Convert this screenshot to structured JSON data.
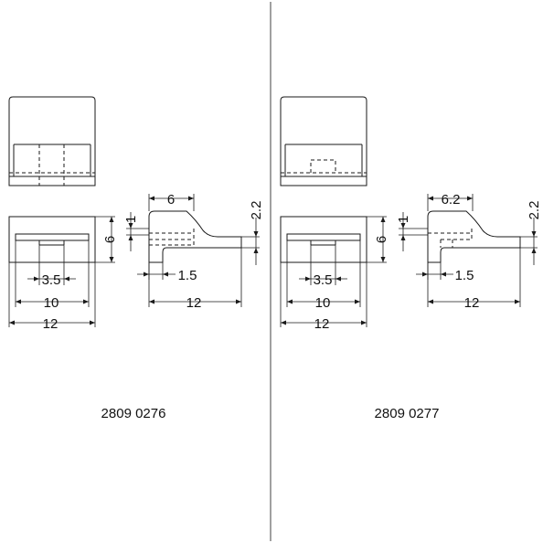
{
  "left_panel": {
    "part_number": "2809 0276",
    "dims": {
      "slot_width": "3.5",
      "inner_width": "10",
      "outer_width": "12",
      "height": "6",
      "top_length": "6",
      "lip": "1",
      "tip": "2.2",
      "hook": "1.5",
      "side_length": "12"
    }
  },
  "right_panel": {
    "part_number": "2809 0277",
    "dims": {
      "slot_width": "3.5",
      "inner_width": "10",
      "outer_width": "12",
      "height": "6",
      "top_length": "6.2",
      "lip": "1",
      "tip": "2.2",
      "hook": "1.5",
      "side_length": "12"
    }
  },
  "colors": {
    "line": "#1a1a1a",
    "divider": "#a0a0a0",
    "background": "#ffffff"
  }
}
